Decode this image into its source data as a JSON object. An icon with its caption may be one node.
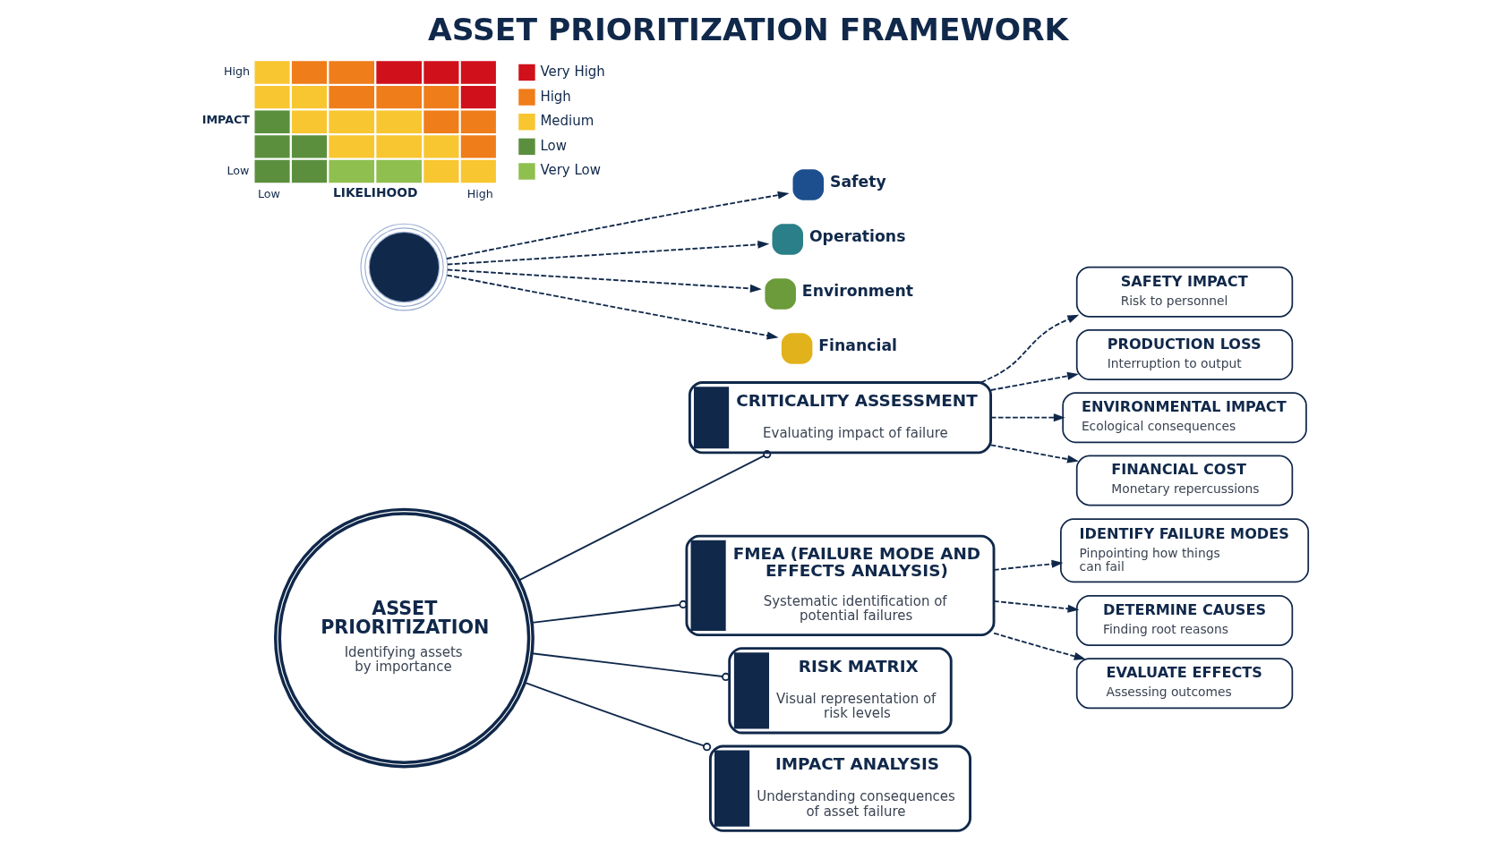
{
  "diagram": {
    "title": "ASSET PRIORITIZATION FRAMEWORK",
    "nodes": [
      {
        "text": [
          "SAFETY IMPACT",
          "Risk to personnel"
        ]
      },
      {
        "text": [
          "PRODUCTION LOSS",
          "Interruption to output"
        ]
      },
      {
        "text": [
          "ENVIRONMENTAL IMPACT",
          "Ecological consequences"
        ]
      },
      {
        "text": [
          "FINANCIAL COST",
          "Monetary repercussions"
        ]
      },
      {
        "text": [
          "CRITICALITY ASSESSMENT",
          "Evaluating impact of failure"
        ]
      },
      {
        "text": [
          "FMEA (FAILURE MODE AND EFFECTS ANALYSIS)",
          "Systematic identification of potential failures"
        ]
      },
      {
        "text": [
          "IDENTIFY FAILURE MODES",
          "Pinpointing how things can fail"
        ]
      },
      {
        "text": [
          "DETERMINE CAUSES",
          "Finding root reasons"
        ]
      },
      {
        "text": [
          "EVALUATE EFFECTS",
          "Assessing outcomes"
        ]
      },
      {
        "text": [
          "ASSET PRIORITIZATION",
          "Identifying assets by importance"
        ]
      },
      {
        "text": [
          "RISK MATRIX",
          "Visual representation of risk levels"
        ]
      },
      {
        "text": [
          "IMPACT ANALYSIS",
          "Understanding consequences of asset failure"
        ]
      },
      {
        "text": [],
        "shape": "circle"
      },
      {
        "text": [
          "Safety"
        ]
      },
      {
        "text": [
          "Operations"
        ]
      },
      {
        "text": [
          "Environment"
        ]
      },
      {
        "text": [
          "Financial"
        ]
      }
    ],
    "edges": [
      {
        "from": 9,
        "to": 4,
        "arrow": "other"
      },
      {
        "from": 9,
        "to": 5,
        "arrow": "other"
      },
      {
        "from": 9,
        "to": 10,
        "arrow": "other"
      },
      {
        "from": 9,
        "to": 11,
        "arrow": "other"
      },
      {
        "from": 4,
        "to": 0,
        "arrow": "to",
        "style": "dashed"
      },
      {
        "from": 4,
        "to": 1,
        "arrow": "to",
        "style": "dashed"
      },
      {
        "from": 4,
        "to": 2,
        "arrow": "to",
        "style": "dashed"
      },
      {
        "from": 4,
        "to": 3,
        "arrow": "to",
        "style": "dashed"
      },
      {
        "from": 5,
        "to": 6,
        "arrow": "to",
        "style": "dashed"
      },
      {
        "from": 5,
        "to": 7,
        "arrow": "to",
        "style": "dashed"
      },
      {
        "from": 5,
        "to": 8,
        "arrow": "to",
        "style": "dashed"
      },
      {
        "from": 12,
        "to": 13,
        "arrow": "to",
        "style": "dashed"
      },
      {
        "from": 12,
        "to": 14,
        "arrow": "to",
        "style": "dashed"
      },
      {
        "from": 12,
        "to": 15,
        "arrow": "to",
        "style": "dashed"
      },
      {
        "from": 12,
        "to": 16,
        "arrow": "to",
        "style": "dashed"
      }
    ],
    "labels": [
      "High",
      "IMPACT",
      "Low",
      "Low",
      "LIKELIHOOD",
      "High"
    ],
    "legend": [
      {
        "text": "Very High",
        "color": "#d0101b"
      },
      {
        "text": "High",
        "color": "#ef7d1a"
      },
      {
        "text": "Medium",
        "color": "#f8c630"
      },
      {
        "text": "Low",
        "color": "#5b8f3e"
      },
      {
        "text": "Very Low",
        "color": "#8fbf4f"
      }
    ]
  }
}
